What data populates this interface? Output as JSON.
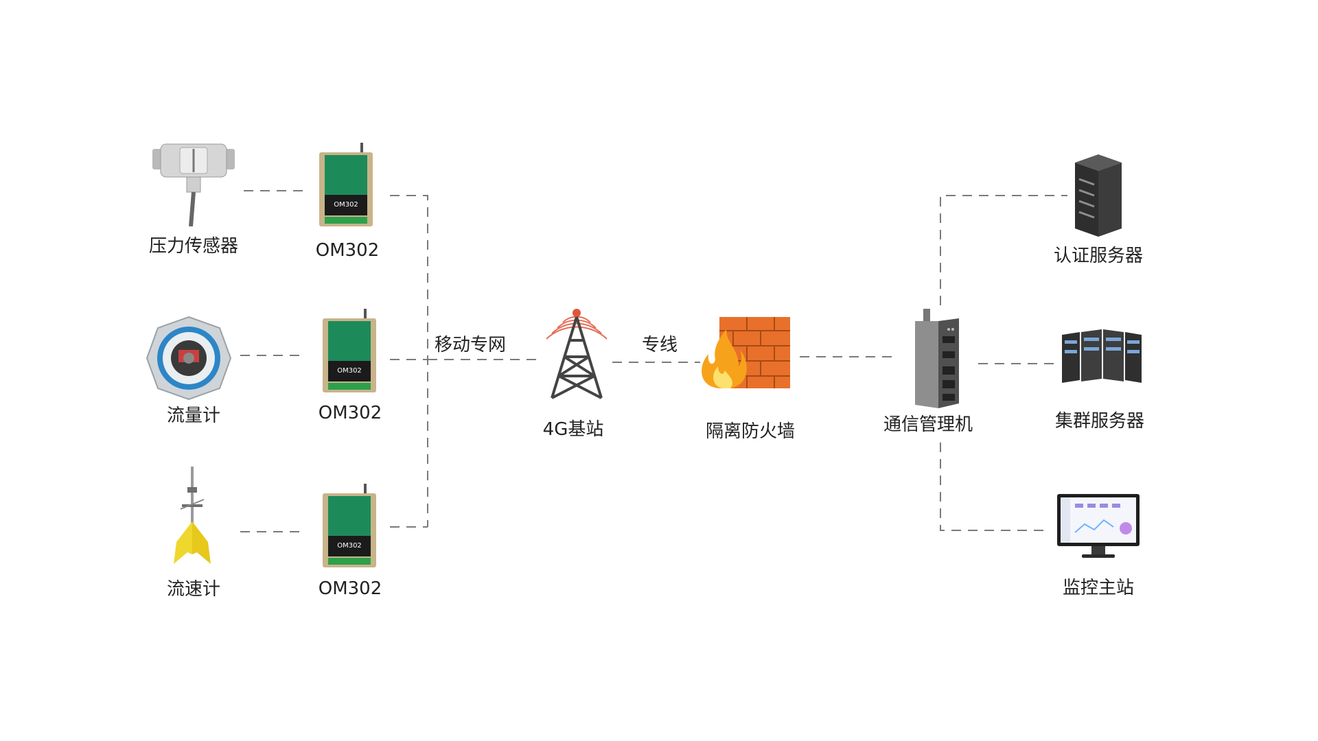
{
  "nodes": {
    "pressure_sensor": "压力传感器",
    "flow_meter": "流量计",
    "velocity_meter": "流速计",
    "om302_1": "OM302",
    "om302_2": "OM302",
    "om302_3": "OM302",
    "base_station": "4G基站",
    "firewall": "隔离防火墙",
    "comm_manager": "通信管理机",
    "auth_server": "认证服务器",
    "cluster_server": "集群服务器",
    "monitor_station": "监控主站"
  },
  "edges": {
    "mobile_private_network": "移动专网",
    "dedicated_line": "专线"
  },
  "device_text": {
    "om302_model": "OM302"
  },
  "colors": {
    "line": "#7a7a7a",
    "router_green": "#1d8a5a",
    "router_case": "#c8b48a",
    "brick": "#e8702a",
    "flame": "#f7a21b"
  }
}
